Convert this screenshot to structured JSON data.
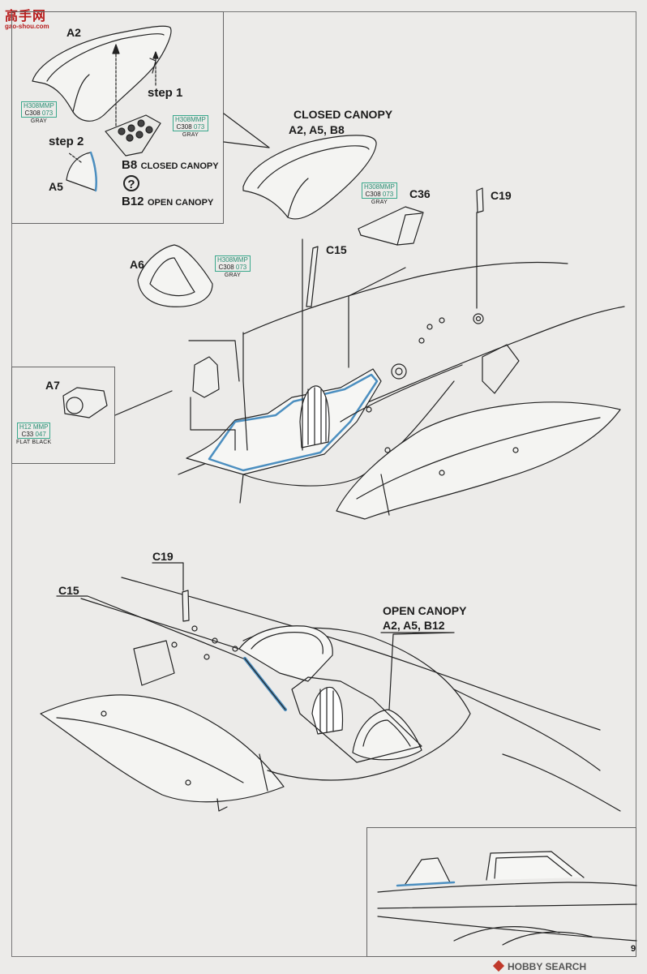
{
  "watermark_top": {
    "main": "高手网",
    "sub": "gao-shou.com"
  },
  "watermark_bottom": {
    "brand": "HOBBY SEARCH"
  },
  "page_number": "9",
  "labels": {
    "a2": "A2",
    "step1": "step 1",
    "step2": "step 2",
    "a5": "A5",
    "b8": "B8",
    "b8_note": "CLOSED CANOPY",
    "b12": "B12",
    "b12_note": "OPEN CANOPY",
    "question": "?",
    "closed_title": "CLOSED CANOPY",
    "closed_parts": "A2, A5, B8",
    "c36": "C36",
    "c19_top": "C19",
    "c15_top": "C15",
    "a6": "A6",
    "a7": "A7",
    "c19_bottom": "C19",
    "c15_bottom": "C15",
    "open_title": "OPEN CANOPY",
    "open_parts": "A2, A5, B12"
  },
  "paints": {
    "p1": {
      "code1": "H308",
      "brand1": "MMP",
      "code2": "C308",
      "ref2": "073",
      "name": "GRAY"
    },
    "p2": {
      "code1": "H308",
      "brand1": "MMP",
      "code2": "C308",
      "ref2": "073",
      "name": "GRAY"
    },
    "p3": {
      "code1": "H308",
      "brand1": "MMP",
      "code2": "C308",
      "ref2": "073",
      "name": "GRAY"
    },
    "p4": {
      "code1": "H308",
      "brand1": "MMP",
      "code2": "C308",
      "ref2": "073",
      "name": "GRAY"
    },
    "p5": {
      "code1": "H12",
      "brand1": "MMP",
      "code2": "C33",
      "ref2": "047",
      "name": "FLAT BLACK"
    }
  },
  "colors": {
    "line": "#222222",
    "paint_green": "#2a8f74",
    "highlight_blue": "#7fb8e0",
    "paper": "#ecebe9"
  }
}
